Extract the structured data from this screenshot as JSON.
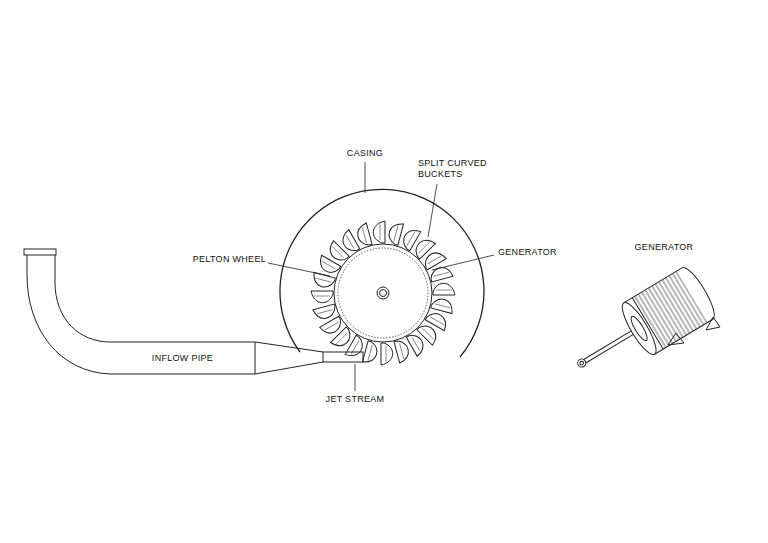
{
  "diagram": {
    "nodes": [
      {
        "text": [
          "INFLOW PIPE"
        ]
      }
    ],
    "labels": [
      "CASING",
      "SPLIT CURVED BUCKETS",
      "PELTON WHEEL",
      "GENERATOR",
      "JET STREAM",
      "GENERATOR"
    ]
  }
}
